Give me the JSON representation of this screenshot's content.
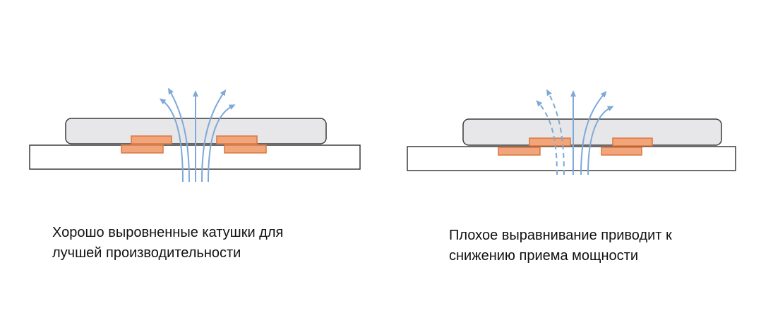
{
  "panels": [
    {
      "id": "good-alignment",
      "caption_lines": [
        "Хорошо выровненные катушки для",
        "лучшей производительности"
      ]
    },
    {
      "id": "poor-alignment",
      "caption_lines": [
        "Плохое выравнивание приводит к",
        "снижению приема мощности"
      ]
    }
  ],
  "colors": {
    "coil": "#f2a57a",
    "coil_border": "#d9773f",
    "device": "#e7e7e9",
    "pad": "#ffffff",
    "outline": "#3c3c3c",
    "field_line": "#7ea9d8"
  }
}
